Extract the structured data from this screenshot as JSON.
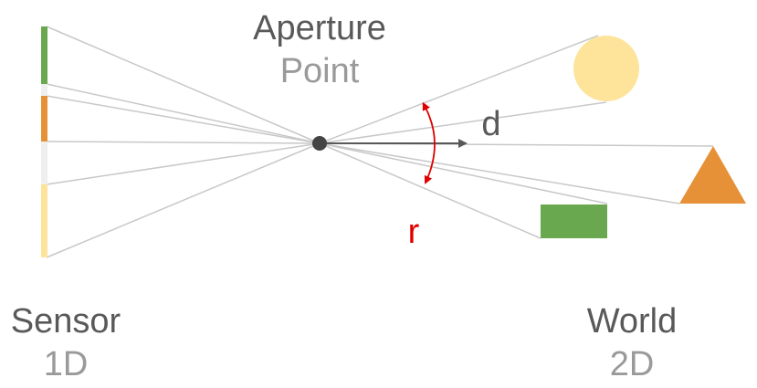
{
  "labels": {
    "aperture_title": "Aperture",
    "aperture_subtitle": "Point",
    "sensor_title": "Sensor",
    "sensor_subtitle": "1D",
    "world_title": "World",
    "world_subtitle": "2D",
    "direction": "d",
    "angle": "r"
  },
  "colors": {
    "ray": "#c8c8c8",
    "text_dark": "#595959",
    "text_light": "#9a9a9a",
    "angle_red": "#e00000",
    "sun_yellow": "#fde49a",
    "triangle_orange": "#e69138",
    "rect_green": "#6aa84f",
    "sensor_white": "#efefef",
    "aperture_dot": "#444444"
  },
  "sensor_segments": [
    {
      "color": "#6aa84f"
    },
    {
      "color": "#efefef"
    },
    {
      "color": "#e69138"
    },
    {
      "color": "#efefef"
    },
    {
      "color": "#fde49a"
    }
  ],
  "world_objects": [
    {
      "shape": "circle",
      "color": "#fde49a"
    },
    {
      "shape": "triangle",
      "color": "#e69138"
    },
    {
      "shape": "rectangle",
      "color": "#6aa84f"
    }
  ]
}
